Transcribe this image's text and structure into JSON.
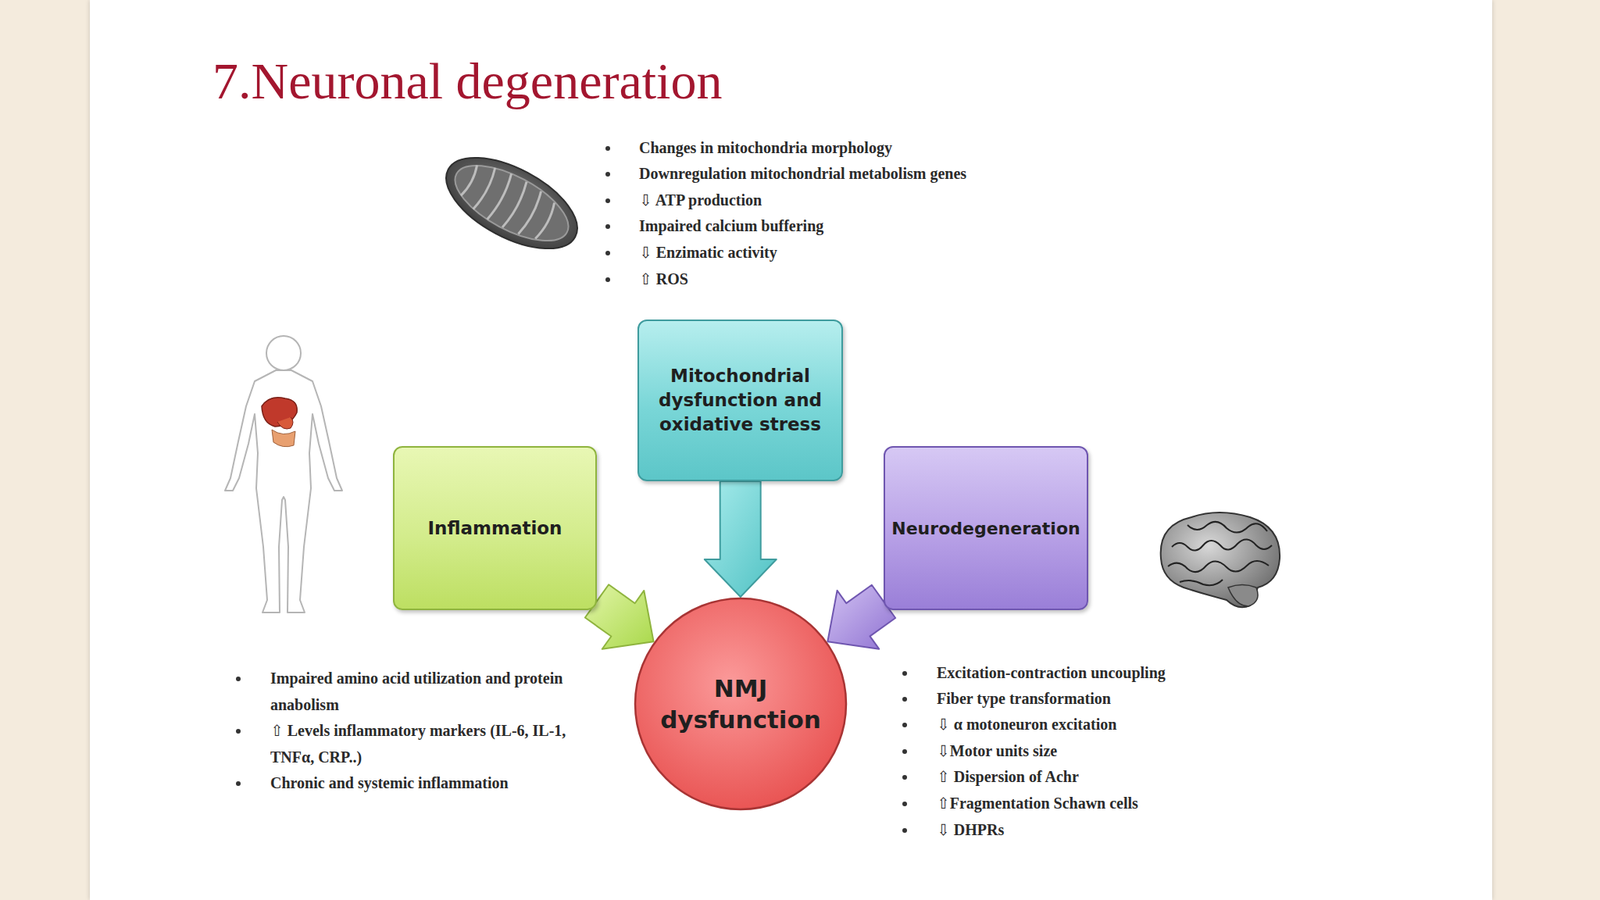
{
  "diagram": {
    "title": "7.Neuronal degeneration",
    "nodes": [
      {
        "text": [
          "Mitochondrial dysfunction and oxidative stress"
        ]
      },
      {
        "text": [
          "Inflammation"
        ]
      },
      {
        "text": [
          "Neurodegeneration"
        ]
      },
      {
        "text": [
          "NMJ dysfunction"
        ]
      }
    ],
    "edges": [
      {
        "from": 0,
        "to": 3,
        "arrow": "to"
      },
      {
        "from": 1,
        "to": 3,
        "arrow": "to"
      },
      {
        "from": 2,
        "to": 3,
        "arrow": "to"
      }
    ],
    "labels": [
      "Changes in mitochondria morphology",
      "Downregulation mitochondrial metabolism genes",
      "⇩ ATP production",
      "Impaired calcium buffering",
      "⇩ Enzimatic activity",
      "⇧ ROS",
      "Impaired amino acid utilization and protein anabolism",
      "⇧ Levels inflammatory markers (IL-6, IL-1, TNFα, CRP..)",
      "Chronic and systemic inflammation",
      "Excitation-contraction uncoupling",
      "Fiber type transformation",
      "⇩ α motoneuron excitation",
      "⇩Motor units size",
      "⇧ Dispersion of Achr",
      "⇧Fragmentation Schawn cells",
      "⇩ DHPRs"
    ]
  }
}
